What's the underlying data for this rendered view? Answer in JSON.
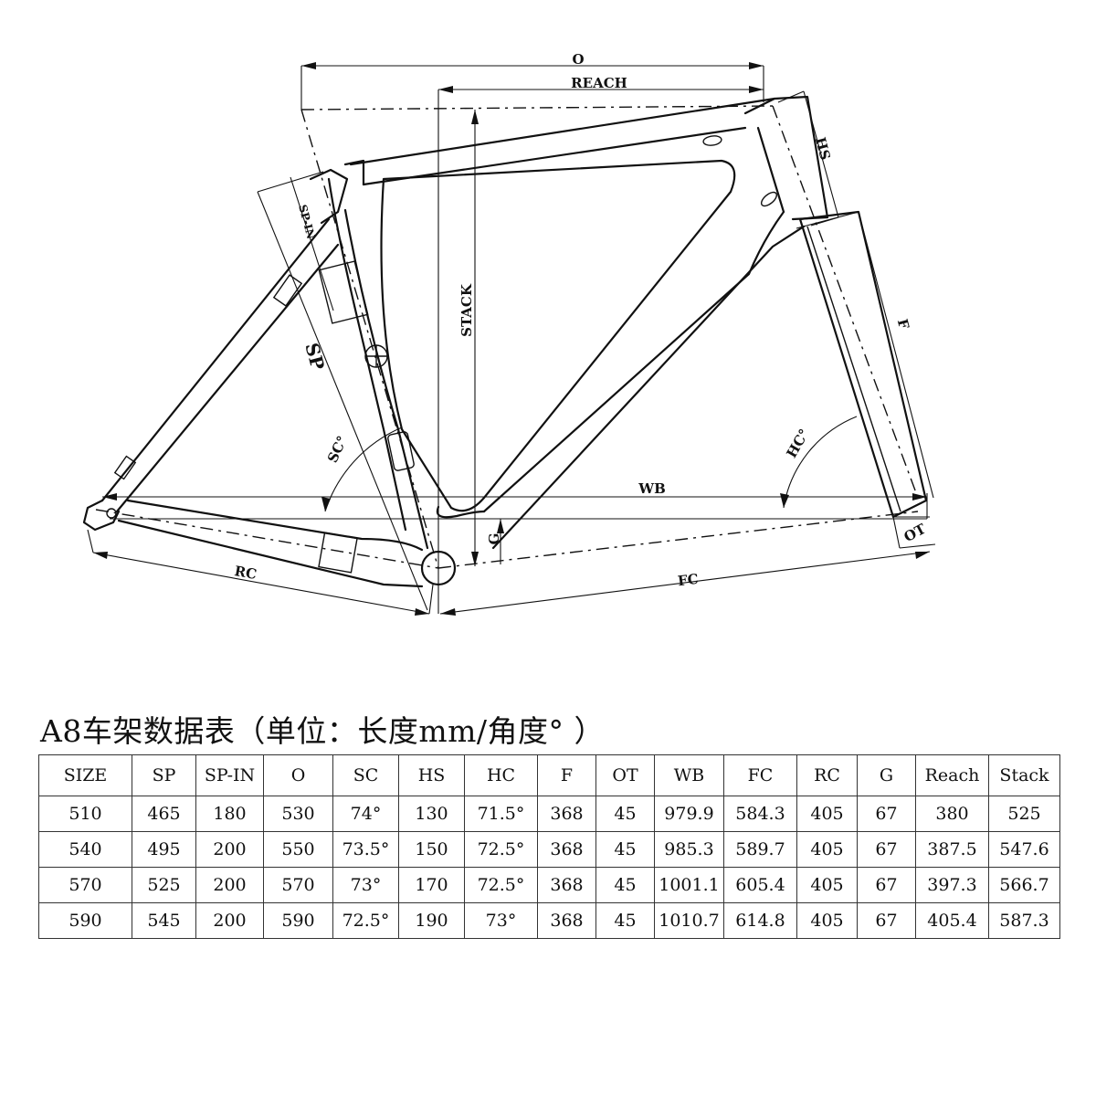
{
  "diagram": {
    "labels": {
      "o": "O",
      "reach": "REACH",
      "hs": "HS",
      "sp_in": "SP-IN",
      "stack": "STACK",
      "sp": "SP",
      "f": "F",
      "sc": "SC°",
      "hc": "HC°",
      "wb": "WB",
      "g": "G",
      "ot": "OT",
      "rc": "RC",
      "fc": "FC"
    }
  },
  "title": "A8车架数据表（单位：长度mm/角度° ）",
  "table": {
    "headers": [
      "SIZE",
      "SP",
      "SP-IN",
      "O",
      "SC",
      "HS",
      "HC",
      "F",
      "OT",
      "WB",
      "FC",
      "RC",
      "G",
      "Reach",
      "Stack"
    ],
    "rows": [
      [
        "510",
        "465",
        "180",
        "530",
        "74°",
        "130",
        "71.5°",
        "368",
        "45",
        "979.9",
        "584.3",
        "405",
        "67",
        "380",
        "525"
      ],
      [
        "540",
        "495",
        "200",
        "550",
        "73.5°",
        "150",
        "72.5°",
        "368",
        "45",
        "985.3",
        "589.7",
        "405",
        "67",
        "387.5",
        "547.6"
      ],
      [
        "570",
        "525",
        "200",
        "570",
        "73°",
        "170",
        "72.5°",
        "368",
        "45",
        "1001.1",
        "605.4",
        "405",
        "67",
        "397.3",
        "566.7"
      ],
      [
        "590",
        "545",
        "200",
        "590",
        "72.5°",
        "190",
        "73°",
        "368",
        "45",
        "1010.7",
        "614.8",
        "405",
        "67",
        "405.4",
        "587.3"
      ]
    ]
  }
}
